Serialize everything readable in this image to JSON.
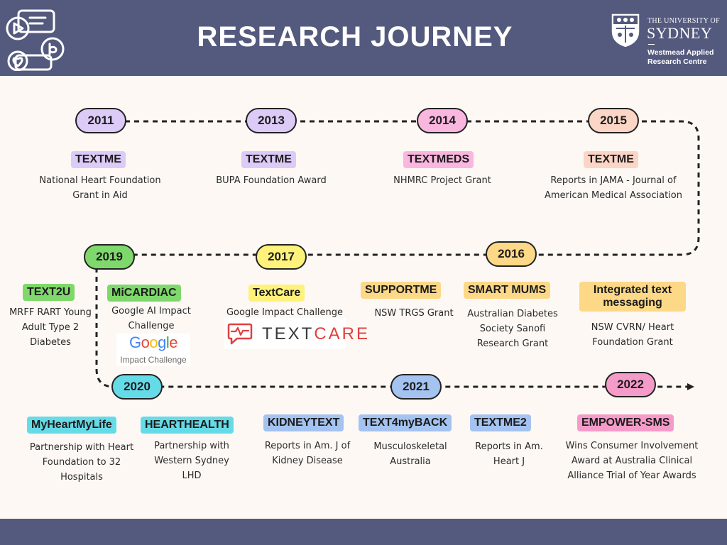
{
  "header": {
    "title": "RESEARCH JOURNEY",
    "app_logo_icon": "app-icons-logo",
    "university": {
      "crest_icon": "university-crest-icon",
      "line1": "THE UNIVERSITY OF",
      "line2": "SYDNEY",
      "centre": "Westmead Applied Research Centre"
    }
  },
  "colors": {
    "header_bg": "#545a7e",
    "page_bg": "#fdf8f4",
    "purple": "#dccbf7",
    "pink": "#f9b6de",
    "peach": "#fbd5c5",
    "green": "#7fd86b",
    "yellow": "#fff27a",
    "gold": "#fcd887",
    "cyan": "#66dbe8",
    "blue": "#a4c3f1",
    "rose": "#f59bc9"
  },
  "timeline": {
    "years": [
      "2011",
      "2013",
      "2014",
      "2015",
      "2016",
      "2017",
      "2019",
      "2020",
      "2021",
      "2022"
    ],
    "entries": [
      {
        "tag": "TEXTME",
        "desc": "National Heart Foundation Grant in Aid"
      },
      {
        "tag": "TEXTME",
        "desc": "BUPA Foundation Award"
      },
      {
        "tag": "TEXTMEDS",
        "desc": "NHMRC Project Grant"
      },
      {
        "tag": "TEXTME",
        "desc": "Reports in JAMA - Journal of American Medical Association"
      },
      {
        "tag": "TEXT2U",
        "desc": "MRFF RART Young Adult Type 2 Diabetes"
      },
      {
        "tag": "MiCARDIAC",
        "desc": "Google AI Impact Challenge"
      },
      {
        "tag": "TextCare",
        "desc": "Google Impact Challenge"
      },
      {
        "tag": "SUPPORTME",
        "desc": "NSW TRGS Grant"
      },
      {
        "tag": "SMART MUMS",
        "desc": "Australian Diabetes Society Sanofi Research Grant"
      },
      {
        "tag": "Integrated text messaging",
        "desc": "NSW CVRN/ Heart Foundation Grant"
      },
      {
        "tag": "MyHeartMyLife",
        "desc": "Partnership with Heart Foundation to 32 Hospitals"
      },
      {
        "tag": "HEARTHEALTH",
        "desc": "Partnership with Western Sydney LHD"
      },
      {
        "tag": "KIDNEYTEXT",
        "desc": "Reports in Am. J of Kidney Disease"
      },
      {
        "tag": "TEXT4myBACK",
        "desc": "Musculoskeletal Australia"
      },
      {
        "tag": "TEXTME2",
        "desc": "Reports in Am. Heart J"
      },
      {
        "tag": "EMPOWER-SMS",
        "desc": "Wins Consumer Involvement Award at Australia Clinical Alliance Trial of Year Awards"
      }
    ]
  },
  "logos": {
    "google": {
      "letters": [
        "G",
        "o",
        "o",
        "g",
        "l",
        "e"
      ],
      "sub": "Impact Challenge"
    },
    "textcare": {
      "icon": "heartbeat-chat-icon",
      "word_a": "TEXT",
      "word_b": "CARE"
    }
  }
}
